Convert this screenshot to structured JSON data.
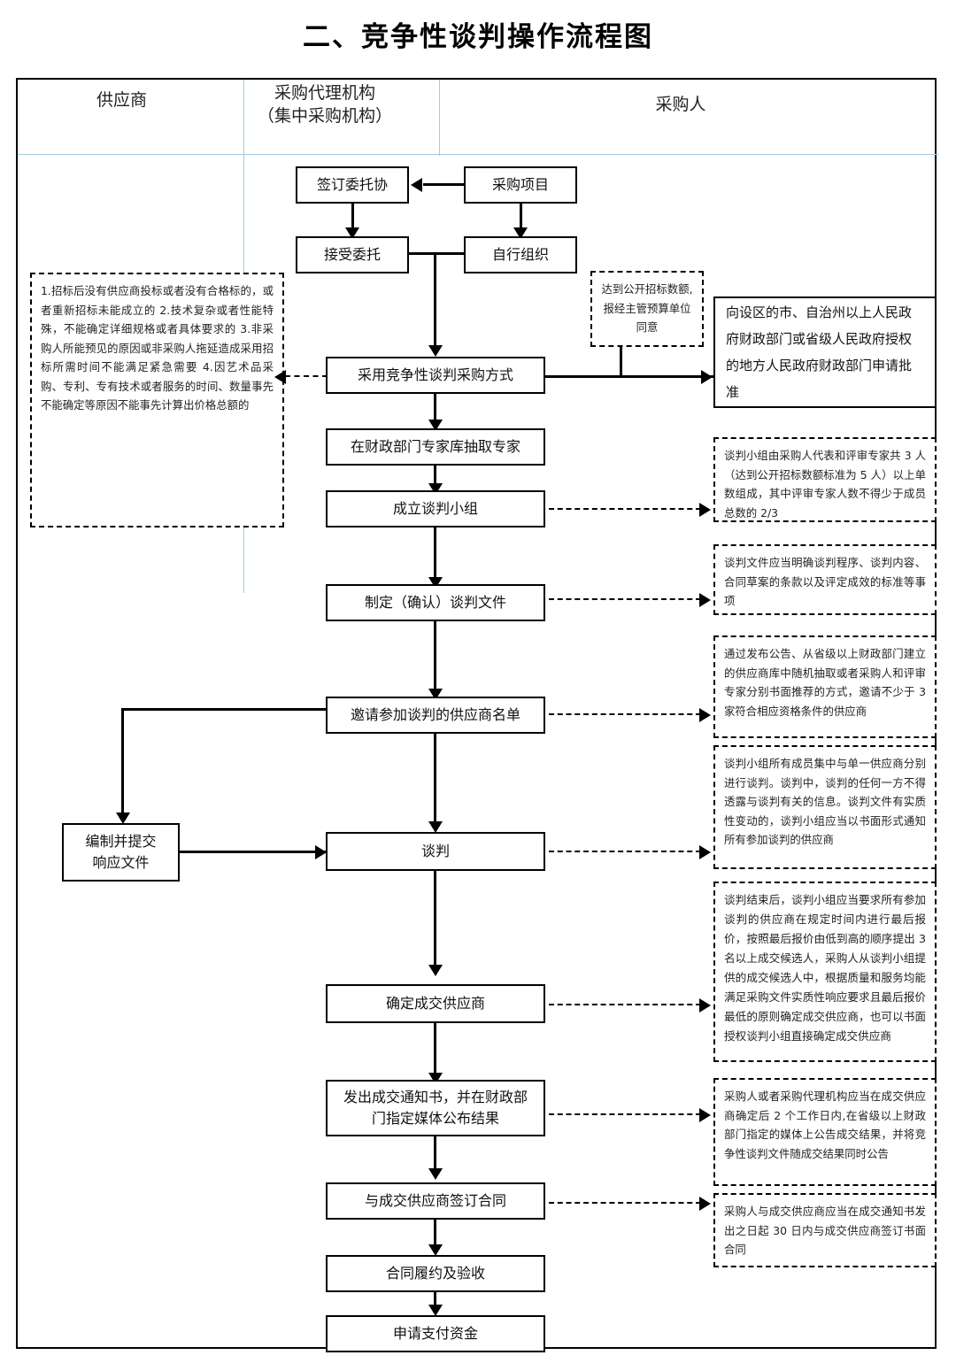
{
  "title": "二、竞争性谈判操作流程图",
  "columns": [
    {
      "label": "供应商"
    },
    {
      "label": "采购代理机构\n（集中采购机构）"
    },
    {
      "label": "采购人"
    }
  ],
  "column_headers": {
    "supplier": "供应商",
    "agency_line1": "采购代理机构",
    "agency_line2": "（集中采购机构）",
    "purchaser": "采购人"
  },
  "nodes": {
    "sign_entrust": "签订委托协",
    "procurement_project": "采购项目",
    "accept_entrust": "接受委托",
    "self_organize": "自行组织",
    "adopt_method": "采用竞争性谈判采购方式",
    "draw_experts": "在财政部门专家库抽取专家",
    "form_group": "成立谈判小组",
    "make_docs": "制定（确认）谈判文件",
    "invite_list": "邀请参加谈判的供应商名单",
    "prepare_response_l1": "编制并提交",
    "prepare_response_l2": "响应文件",
    "negotiation": "谈判",
    "determine_supplier": "确定成交供应商",
    "issue_notice_l1": "发出成交通知书，并在财政部",
    "issue_notice_l2": "门指定媒体公布结果",
    "sign_contract": "与成交供应商签订合同",
    "contract_perform": "合同履约及验收",
    "apply_payment": "申请支付资金"
  },
  "notes": {
    "conditions": "1.招标后没有供应商投标或者没有合格标的，或者重新招标未能成立的\n2.技术复杂或者性能特殊，不能确定详细规格或者具体要求的\n3.非采购人所能预见的原因或非采购人拖延造成采用招标所需时间不能满足紧急需要\n4.因艺术品采购、专利、专有技术或者服务的时间、数量事先不能确定等原因不能事先计算出价格总额的",
    "reach_threshold": "达到公开招标数额,报经主管预算单位同意",
    "apply_approval": "向设区的市、自治州以上人民政府财政部门或省级人民政府授权的地方人民政府财政部门申请批准",
    "group_composition": "谈判小组由采购人代表和评审专家共 3 人（达到公开招标数额标准为 5 人）以上单数组成，其中评审专家人数不得少于成员总数的 2/3",
    "doc_requirements": "谈判文件应当明确谈判程序、谈判内容、合同草案的条款以及评定成效的标准等事项",
    "invite_rules": "通过发布公告、从省级以上财政部门建立的供应商库中随机抽取或者采购人和评审专家分别书面推荐的方式，邀请不少于 3 家符合相应资格条件的供应商",
    "negotiation_rules": "谈判小组所有成员集中与单一供应商分别进行谈判。谈判中，谈判的任何一方不得透露与谈判有关的信息。谈判文件有实质性变动的，谈判小组应当以书面形式通知所有参加谈判的供应商",
    "final_quote_rules": "谈判结束后，谈判小组应当要求所有参加谈判的供应商在规定时间内进行最后报价，按照最后报价由低到高的顺序提出 3 名以上成交候选人，采购人从谈判小组提供的成交候选人中，根据质量和服务均能满足采购文件实质性响应要求且最后报价最低的原则确定成交供应商，也可以书面授权谈判小组直接确定成交供应商",
    "announce_rules": "采购人或者采购代理机构应当在成交供应商确定后 2 个工作日内,在省级以上财政部门指定的媒体上公告成交结果，并将竞争性谈判文件随成交结果同时公告",
    "contract_rules": "采购人与成交供应商应当在成交通知书发出之日起 30 日内与成交供应商签订书面合同"
  },
  "colors": {
    "divider": "#a8cbe0",
    "line": "#000000",
    "background": "#ffffff"
  }
}
